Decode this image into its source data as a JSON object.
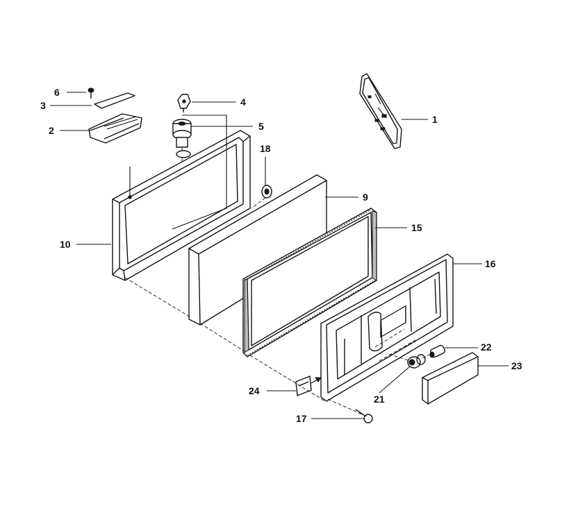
{
  "callouts": {
    "c1": "1",
    "c2": "2",
    "c3": "3",
    "c4": "4",
    "c5": "5",
    "c6": "6",
    "c9": "9",
    "c10": "10",
    "c15": "15",
    "c16": "16",
    "c17": "17",
    "c18": "18",
    "c21": "21",
    "c22": "22",
    "c23": "23",
    "c24": "24"
  }
}
